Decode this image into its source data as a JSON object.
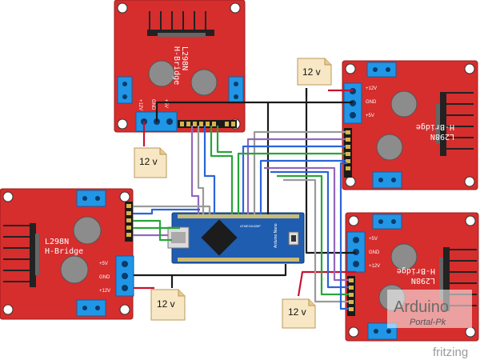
{
  "modules": {
    "top": {
      "title": "L298N",
      "subtitle": "H-Bridge",
      "pins": {
        "v12": "+12V",
        "gnd": "GND",
        "v5": "+5V"
      }
    },
    "right_top": {
      "title": "L298N",
      "subtitle": "H-Bridge",
      "pins": {
        "v12": "+12V",
        "gnd": "GND",
        "v5": "+5V"
      }
    },
    "left": {
      "title": "L298N",
      "subtitle": "H-Bridge",
      "pins": {
        "v5": "+5V",
        "gnd": "GND",
        "v12": "+12V"
      }
    },
    "right_bottom": {
      "title": "L298N",
      "subtitle": "H-Bridge",
      "pins": {
        "v5": "+5V",
        "gnd": "GND",
        "v12": "+12V"
      }
    }
  },
  "batteries": {
    "top_right": "12 v",
    "top_left": "12 v",
    "bottom_left": "12 v",
    "bottom_right": "12 v"
  },
  "board": {
    "name": "Arduino Nano",
    "chip": "ATMEGA328P"
  },
  "watermark": {
    "brand": "Arduino",
    "tagline": "Portal-Pk"
  },
  "footer": {
    "tool": "fritzing"
  },
  "colors": {
    "module_red": "#d62d2d",
    "terminal_blue": "#2196e6",
    "board_blue": "#1f5db0",
    "battery_body": "#f8e7c4",
    "wire_black": "#1a1a1a",
    "wire_red": "#c8102e",
    "wire_green": "#27a53a",
    "wire_blue": "#2a64d8",
    "wire_purple": "#9467bd",
    "wire_gray": "#9a9a9a"
  }
}
